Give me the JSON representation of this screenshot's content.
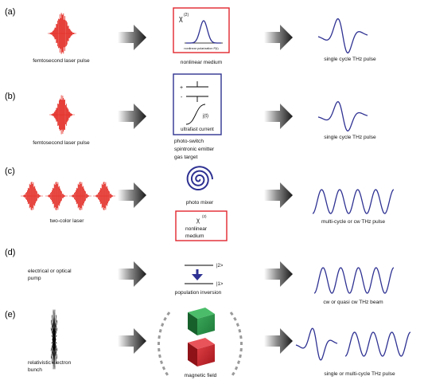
{
  "rows": [
    {
      "panel": "(a)",
      "input_label": "femtosecond laser pulse",
      "box": {
        "symbol": "χ",
        "symbol_sup": "(2)",
        "axis_label": "nonlinear polarization P(t)",
        "color": "#e0262e"
      },
      "medium_label": "nonlinear medium",
      "output_label": "single cycle THz pulse"
    },
    {
      "panel": "(b)",
      "input_label": "femtosecond laser pulse",
      "box": {
        "plus": "+",
        "minus": "-",
        "current_label": "j(t)",
        "caption": "ultrafast current",
        "color": "#2f3390"
      },
      "medium_lines": [
        "photo-switch",
        "spintronic emitter",
        "gas target"
      ],
      "output_label": "single cycle THz pulse"
    },
    {
      "panel": "(c)",
      "input_label": "two-color laser",
      "mixer_label": "photo mixer",
      "box": {
        "symbol": "χ",
        "symbol_sup": "(2)",
        "lines": [
          "nonlinear",
          "medium"
        ],
        "color": "#e0262e"
      },
      "output_label": "multi-cycle or cw THz pulse"
    },
    {
      "panel": "(d)",
      "input_lines": [
        "electrical or optical",
        "pump"
      ],
      "level_upper": "|2>",
      "level_lower": "|1>",
      "medium_label": "population inversion",
      "output_label": "cw or quasi cw THz beam"
    },
    {
      "panel": "(e)",
      "input_lines": [
        "relativistic electron",
        "bunch"
      ],
      "medium_label": "magnetic field",
      "output_label": "single or multi-cycle THz pulse"
    }
  ],
  "colors": {
    "laser": "#e32b24",
    "thz": "#2e3192",
    "arrow_light": "#ffffff",
    "arrow_dark": "#1a1a1a",
    "magnet_green": "#1f7a3a",
    "magnet_red": "#b3191f",
    "dashes": "#9a9a9a"
  }
}
